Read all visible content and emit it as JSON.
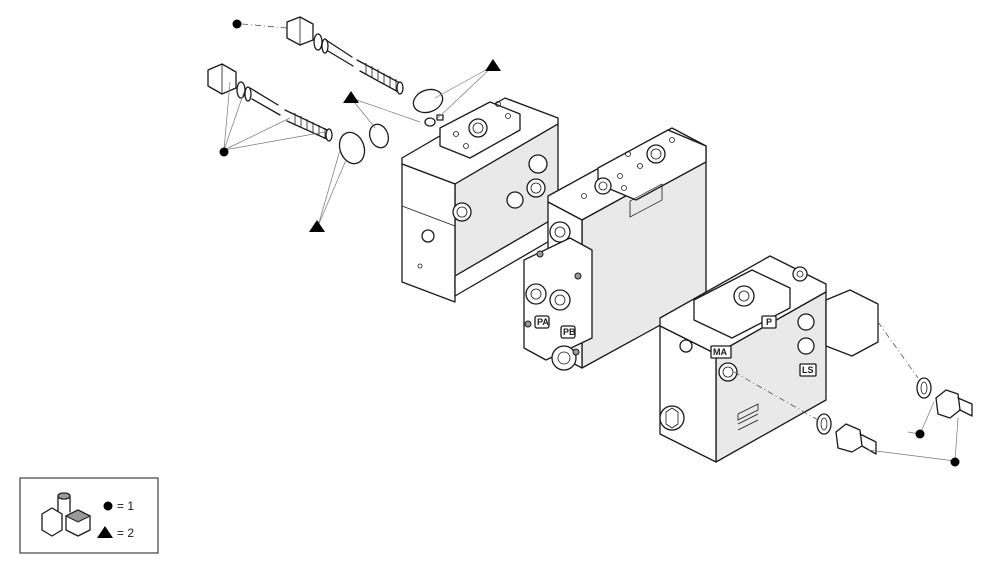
{
  "port_labels": {
    "pa": "PA",
    "pb": "PB",
    "ma": "MA",
    "p": "P",
    "ls": "LS"
  },
  "legend": {
    "circle_value": "= 1",
    "triangle_value": "= 2"
  }
}
